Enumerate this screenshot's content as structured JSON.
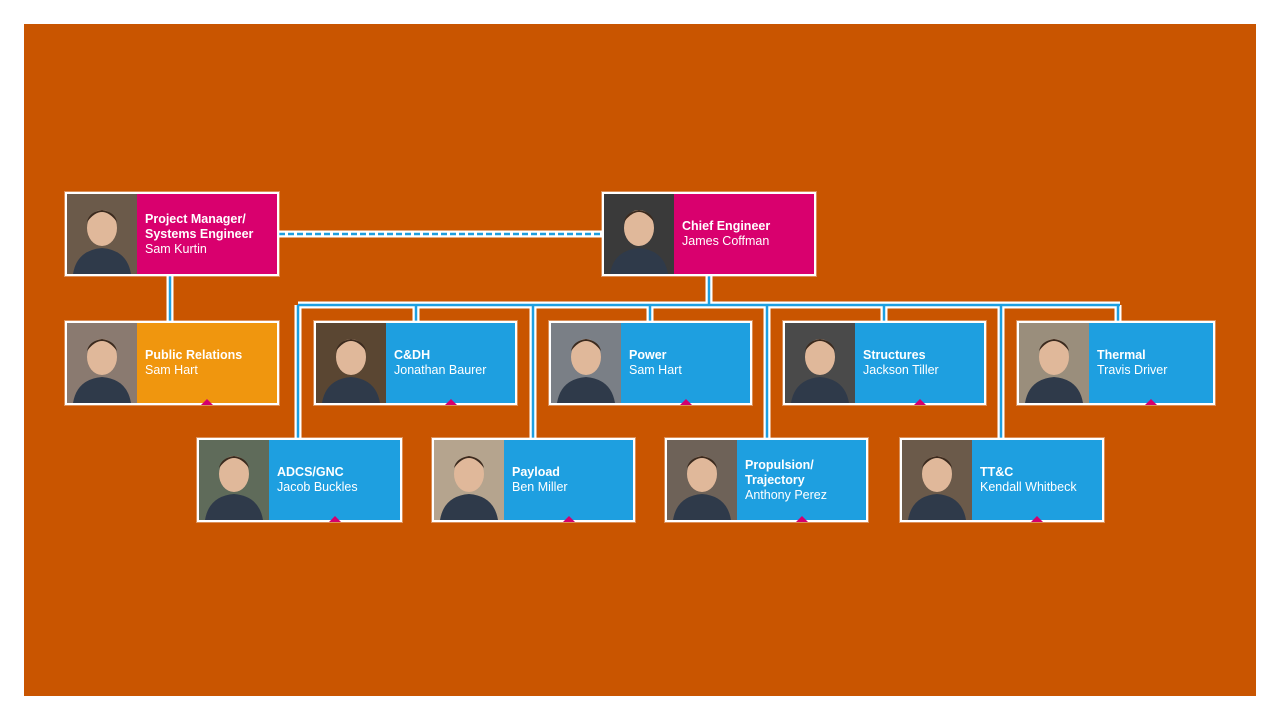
{
  "colors": {
    "background": "#c95500",
    "leader": "#d9006e",
    "team": "#1e9fe0",
    "support": "#f0960e",
    "connector": "#1e9fe0"
  },
  "org": {
    "pm": {
      "role": "Project Manager/\nSystems Engineer",
      "name": "Sam Kurtin",
      "photo": "portrait-photo"
    },
    "chief": {
      "role": "Chief Engineer",
      "name": "James Coffman",
      "photo": "portrait-photo"
    },
    "pr": {
      "role": "Public Relations",
      "name": "Sam Hart",
      "photo": "portrait-photo"
    },
    "cdh": {
      "role": "C&DH",
      "name": "Jonathan Baurer",
      "photo": "portrait-photo"
    },
    "power": {
      "role": "Power",
      "name": "Sam Hart",
      "photo": "portrait-photo"
    },
    "structures": {
      "role": "Structures",
      "name": "Jackson Tiller",
      "photo": "portrait-photo"
    },
    "thermal": {
      "role": "Thermal",
      "name": "Travis Driver",
      "photo": "portrait-photo"
    },
    "adcs": {
      "role": "ADCS/GNC",
      "name": "Jacob Buckles",
      "photo": "portrait-photo"
    },
    "payload": {
      "role": "Payload",
      "name": "Ben Miller",
      "photo": "portrait-photo"
    },
    "propulsion": {
      "role": "Propulsion/\nTrajectory",
      "name": "Anthony Perez",
      "photo": "portrait-photo"
    },
    "ttc": {
      "role": "TT&C",
      "name": "Kendall Whitbeck",
      "photo": "portrait-photo"
    }
  }
}
